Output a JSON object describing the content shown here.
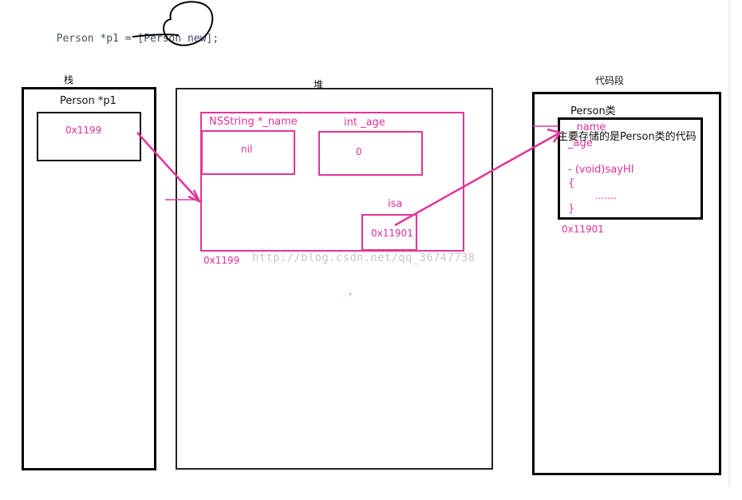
{
  "code_line": {
    "part1": "Person ",
    "part2": "*p1 = [",
    "part3": "Person ",
    "part4": "new",
    "part5": "];"
  },
  "stack": {
    "title": "栈",
    "var_label": "Person *p1",
    "pointer_value": "0x1199"
  },
  "heap": {
    "title": "堆",
    "object_address": "0x1199",
    "name_field": {
      "label": "NSString *_name",
      "value": "nil"
    },
    "age_field": {
      "label": "int _age",
      "value": "0"
    },
    "isa_field": {
      "label": "isa",
      "value": "0x11901"
    },
    "dot": "."
  },
  "code_segment": {
    "title": "代码段",
    "class_label": "Person类",
    "note": "主要存储的是Person类的代码",
    "ivar_name": "_name",
    "ivar_age": "_age",
    "method_sig": "- (void)sayHI",
    "brace_open": "{",
    "dots": ".......",
    "brace_close": "}",
    "class_address": "0x11901"
  },
  "watermark": "http://blog.csdn.net/qq_36747738",
  "colors": {
    "pink": "#e23596",
    "black": "#000000"
  }
}
